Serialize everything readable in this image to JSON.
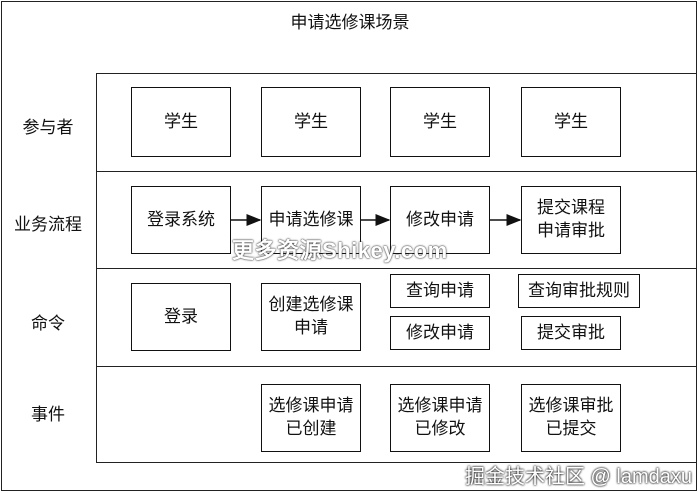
{
  "title": "申请选修课场景",
  "rows": [
    {
      "label": "参与者"
    },
    {
      "label": "业务流程"
    },
    {
      "label": "命令"
    },
    {
      "label": "事件"
    }
  ],
  "actors": [
    "学生",
    "学生",
    "学生",
    "学生"
  ],
  "process": [
    "登录系统",
    "申请选修课",
    "修改申请",
    [
      "提交课程",
      "申请审批"
    ]
  ],
  "commands": {
    "login": "登录",
    "create": [
      "创建选修课",
      "申请"
    ],
    "query": "查询申请",
    "modify": "修改申请",
    "query_rules": "查询审批规则",
    "submit": "提交审批"
  },
  "events": {
    "created": [
      "选修课申请",
      "已创建"
    ],
    "modified": [
      "选修课申请",
      "已修改"
    ],
    "submitted": [
      "选修课审批",
      "已提交"
    ]
  },
  "watermark": "更多资源Shikey.com",
  "credit": "掘金技术社区 @ lamdaxu"
}
